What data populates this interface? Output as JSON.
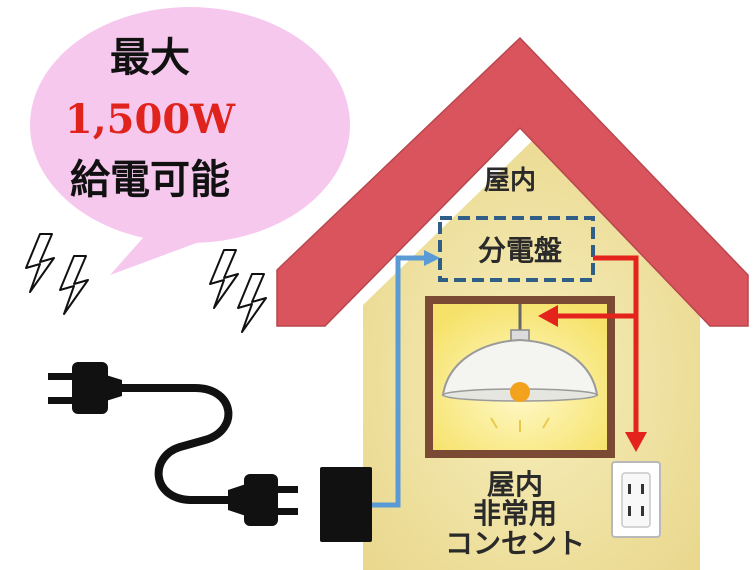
{
  "bubble": {
    "line1": "最大",
    "line2": "1,500W",
    "line3": "給電可能"
  },
  "house": {
    "indoor_label": "屋内",
    "panel_label": "分電盤",
    "outlet_label_1": "屋内",
    "outlet_label_2": "非常用",
    "outlet_label_3": "コンセント"
  },
  "colors": {
    "roof": "#d9545c",
    "wall": "#f0e4a6",
    "bubble": "#f7c8ee",
    "power_line_in": "#5b9bd5",
    "power_line_out": "#e3231c",
    "panel_border": "#2f5f86",
    "frame": "#7a4a35"
  },
  "icons": [
    "lightning-bolt-icon",
    "plug-cable-icon",
    "ceiling-lamp-icon",
    "wall-outlet-icon"
  ]
}
